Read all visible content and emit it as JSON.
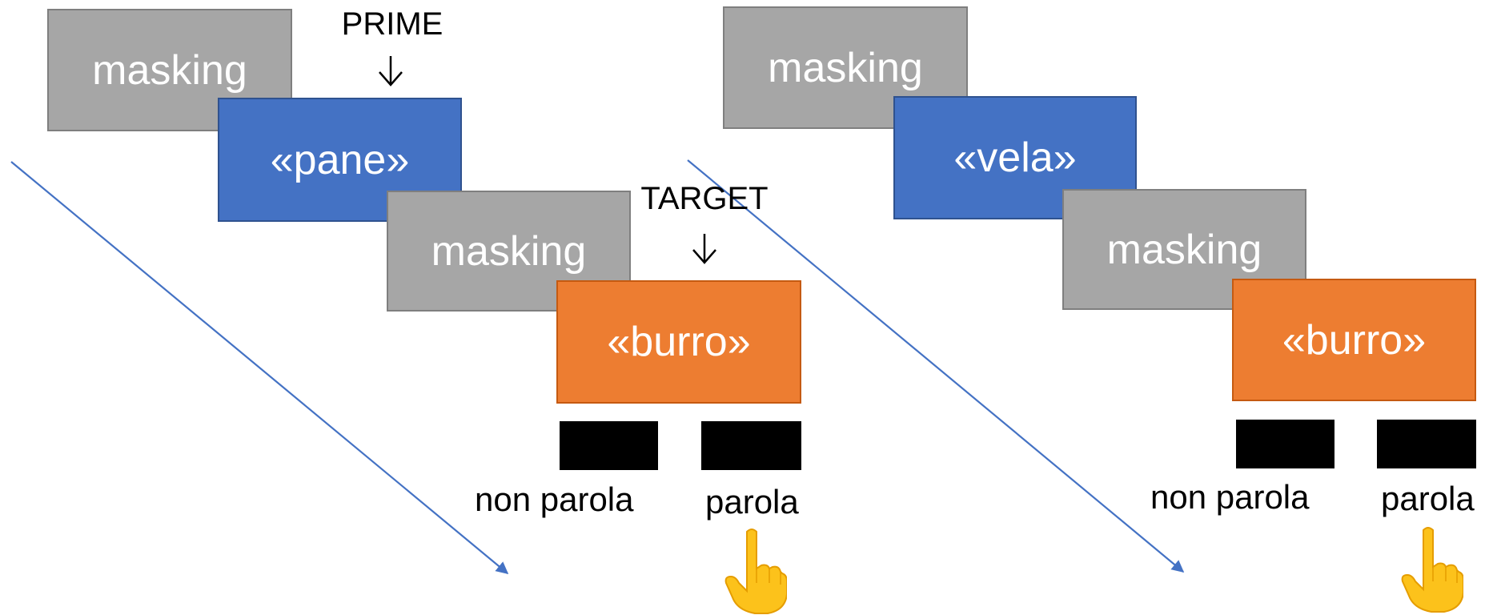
{
  "labels": {
    "prime": "PRIME",
    "target": "TARGET"
  },
  "left_trial": {
    "mask1": "masking",
    "prime": "«pane»",
    "mask2": "masking",
    "target": "«burro»",
    "response_left": "non parola",
    "response_right": "parola"
  },
  "right_trial": {
    "mask1": "masking",
    "prime": "«vela»",
    "mask2": "masking",
    "target": "«burro»",
    "response_left": "non parola",
    "response_right": "parola"
  },
  "icons": {
    "time_arrow": "diagonal-arrow-icon",
    "down_arrow": "down-arrow-icon",
    "pointing_hand": "pointing-hand-icon"
  },
  "colors": {
    "mask": "#a6a6a6",
    "prime": "#4472c4",
    "target": "#ed7d31",
    "key": "#000000",
    "time_arrow": "#4472c4"
  }
}
